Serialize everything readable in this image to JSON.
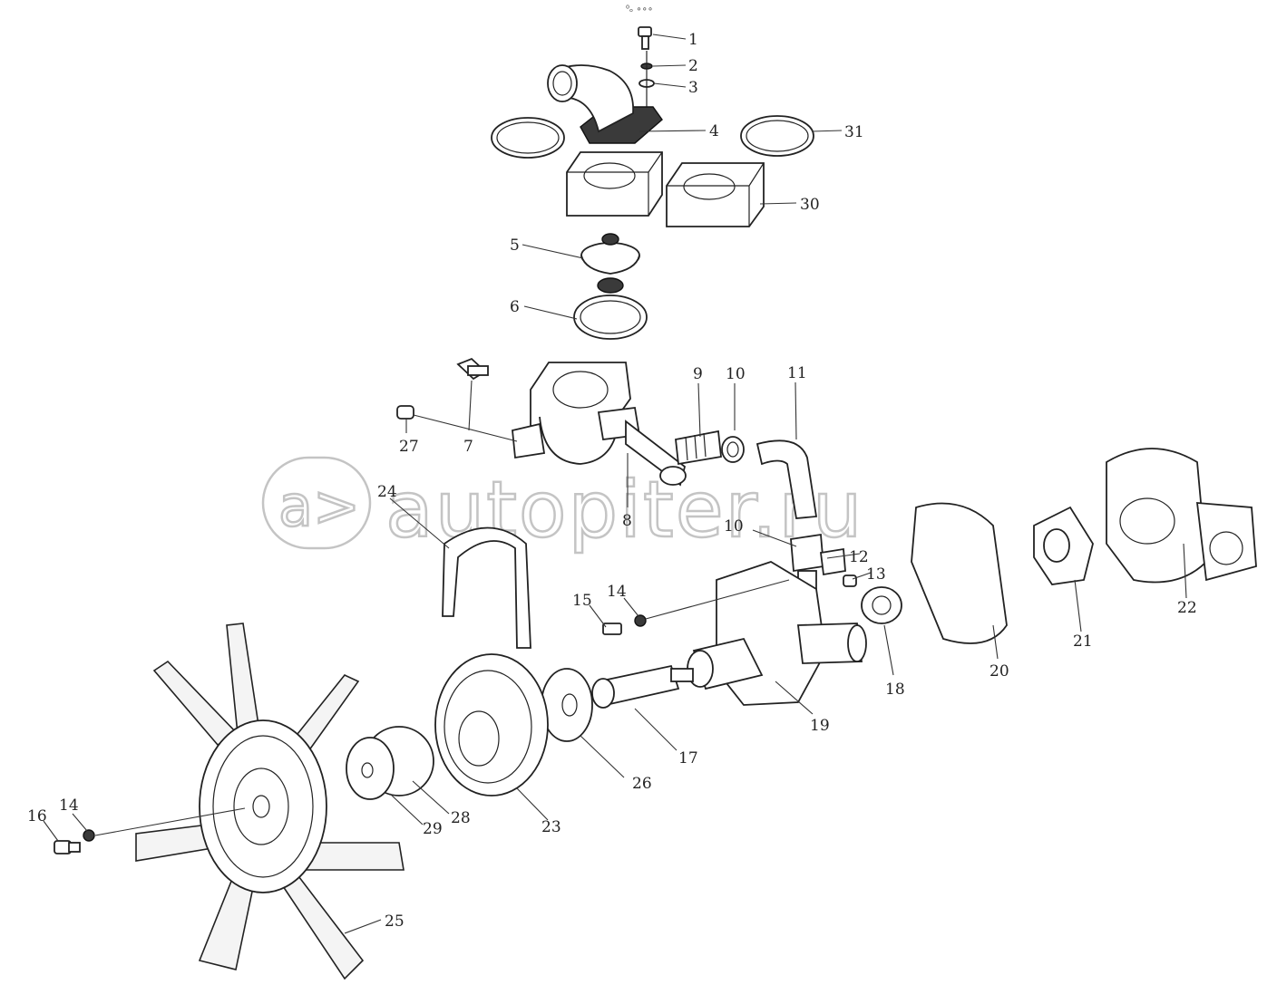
{
  "top_mark": "⁰ₒ ∘∘∘",
  "watermark": {
    "text": "autopiter.ru"
  },
  "callouts": [
    {
      "id": "1",
      "label": "1"
    },
    {
      "id": "2",
      "label": "2"
    },
    {
      "id": "3",
      "label": "3"
    },
    {
      "id": "4",
      "label": "4"
    },
    {
      "id": "5",
      "label": "5"
    },
    {
      "id": "6",
      "label": "6"
    },
    {
      "id": "7",
      "label": "7"
    },
    {
      "id": "8",
      "label": "8"
    },
    {
      "id": "9",
      "label": "9"
    },
    {
      "id": "10a",
      "label": "10"
    },
    {
      "id": "10b",
      "label": "10"
    },
    {
      "id": "11",
      "label": "11"
    },
    {
      "id": "12",
      "label": "12"
    },
    {
      "id": "13",
      "label": "13"
    },
    {
      "id": "14a",
      "label": "14"
    },
    {
      "id": "14b",
      "label": "14"
    },
    {
      "id": "15",
      "label": "15"
    },
    {
      "id": "16",
      "label": "16"
    },
    {
      "id": "17",
      "label": "17"
    },
    {
      "id": "18",
      "label": "18"
    },
    {
      "id": "19",
      "label": "19"
    },
    {
      "id": "20",
      "label": "20"
    },
    {
      "id": "21",
      "label": "21"
    },
    {
      "id": "22",
      "label": "22"
    },
    {
      "id": "23",
      "label": "23"
    },
    {
      "id": "24",
      "label": "24"
    },
    {
      "id": "25",
      "label": "25"
    },
    {
      "id": "26",
      "label": "26"
    },
    {
      "id": "27",
      "label": "27"
    },
    {
      "id": "28",
      "label": "28"
    },
    {
      "id": "29",
      "label": "29"
    },
    {
      "id": "30",
      "label": "30"
    },
    {
      "id": "31",
      "label": "31"
    }
  ]
}
